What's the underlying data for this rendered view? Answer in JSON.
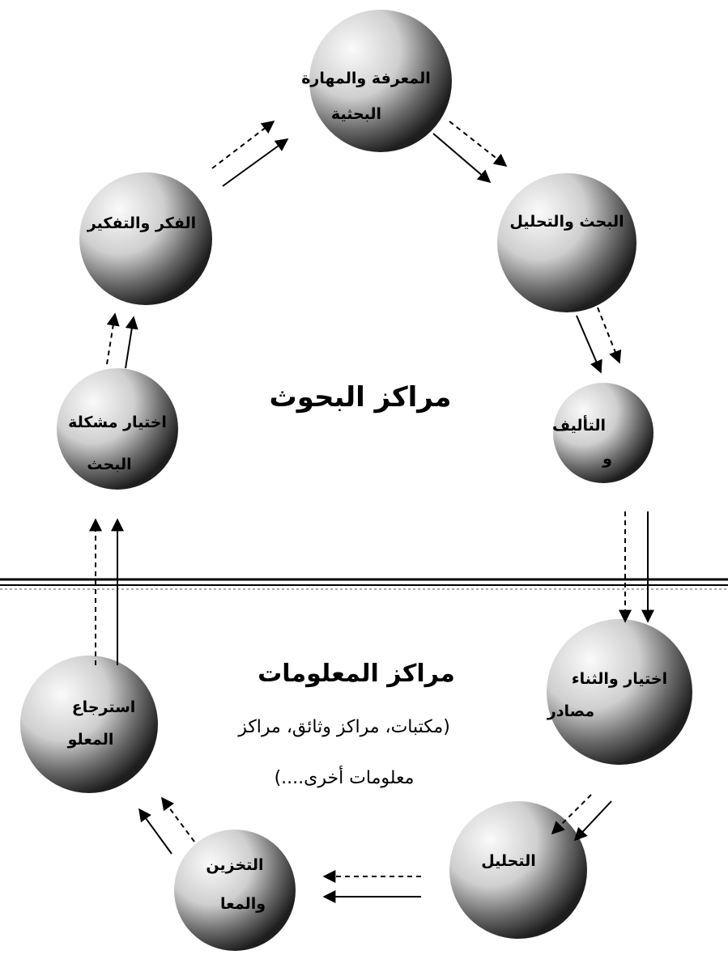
{
  "top_region_title": "مراكز البحوث",
  "bottom_region": {
    "title": "مراكز المعلومات",
    "subtitle_line1": "(مكتبات، مراكز وثائق، مراكز",
    "subtitle_line2": "معلومات أخرى....)"
  },
  "nodes": {
    "knowledge": {
      "line1": "المعرفة والمهارة",
      "line2": "البحثية"
    },
    "research_analysis": {
      "line1": "البحث والتحليل",
      "line2": ""
    },
    "authoring": {
      "line1": "التأليف",
      "line2": "و"
    },
    "select_enrich": {
      "line1": "اختيار والثناء",
      "line2": "مصادر"
    },
    "analysis": {
      "line1": "التحليل",
      "line2": ""
    },
    "storage": {
      "line1": "التخزين",
      "line2": "والمعا"
    },
    "retrieval": {
      "line1": "استرجاع",
      "line2": "المعلو"
    },
    "problem_selection": {
      "line1": "اختيار مشكلة",
      "line2": "البحث"
    },
    "thinking": {
      "line1": "الفكر والتفكير",
      "line2": ""
    }
  },
  "colors": {
    "sphere_dark": "#222222",
    "sphere_light": "#f2f2f2",
    "line": "#000000"
  }
}
